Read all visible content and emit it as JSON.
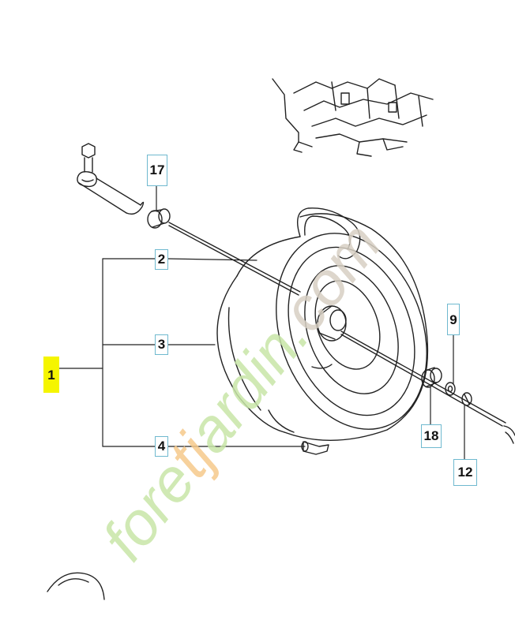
{
  "callouts": {
    "c1": "1",
    "c2": "2",
    "c3": "3",
    "c4": "4",
    "c9": "9",
    "c12": "12",
    "c17": "17",
    "c18": "18"
  },
  "watermark": {
    "text": "foretjardin.com",
    "colors": [
      "#c8e6a8",
      "#f6c98b",
      "#d8d0c4"
    ]
  },
  "colors": {
    "line": "#222222",
    "callout_border": "#6fb9cf",
    "highlight": "#f5f500"
  }
}
